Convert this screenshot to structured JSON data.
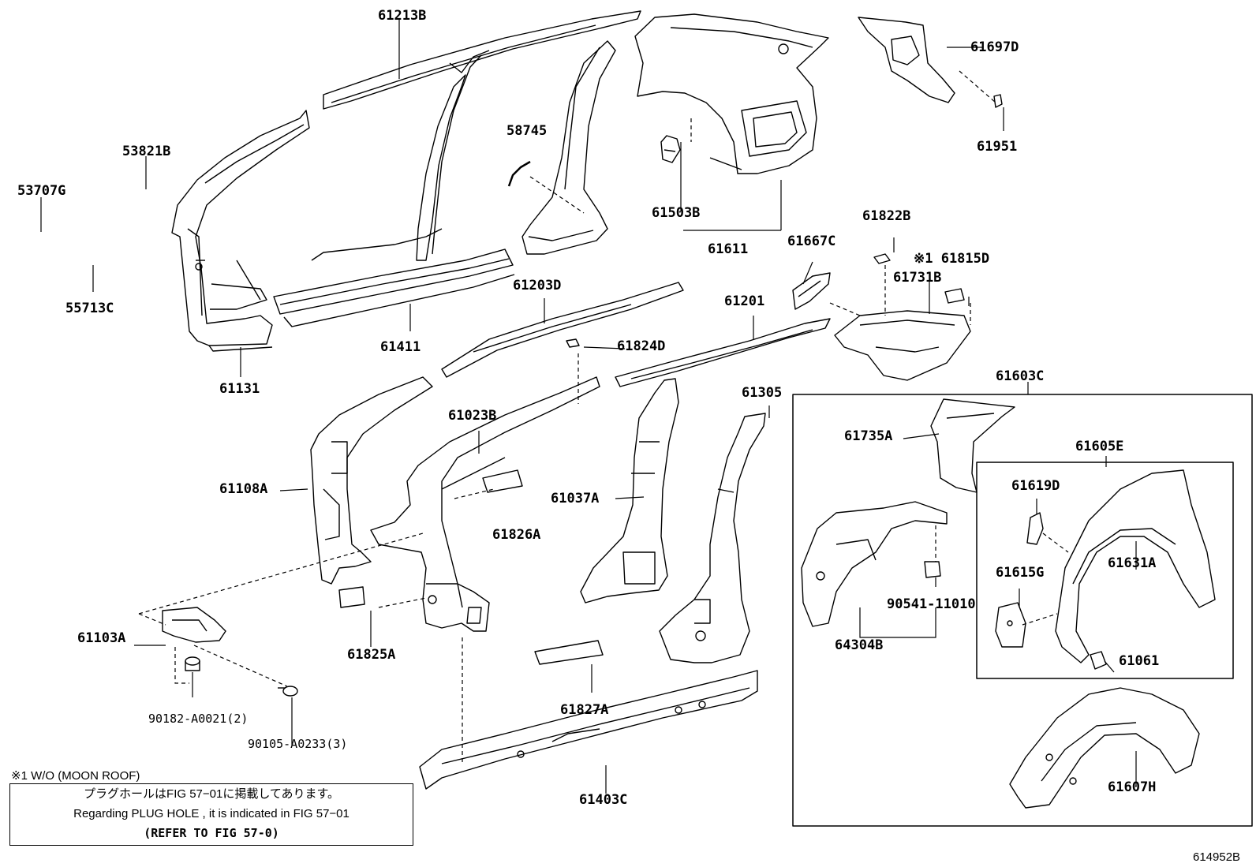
{
  "labels": {
    "p61213B": "61213B",
    "p53821B": "53821B",
    "p53707G": "53707G",
    "p55713C": "55713C",
    "p61131": "61131",
    "p61411": "61411",
    "p58745": "58745",
    "p61503B": "61503B",
    "p61611": "61611",
    "p61697D": "61697D",
    "p61951": "61951",
    "p61822B": "61822B",
    "p61667C": "61667C",
    "p61815D": "※1 61815D",
    "p61731B": "61731B",
    "p61203D": "61203D",
    "p61201": "61201",
    "p61824D": "61824D",
    "p61603C": "61603C",
    "p61023B": "61023B",
    "p61305": "61305",
    "p61108A": "61108A",
    "p61037A": "61037A",
    "p61826A": "61826A",
    "p61735A": "61735A",
    "p61605E": "61605E",
    "p61619D": "61619D",
    "p61631A": "61631A",
    "p61615G": "61615G",
    "p61061": "61061",
    "p90541": "90541-11010",
    "p64304B": "64304B",
    "p61103A": "61103A",
    "p61825A": "61825A",
    "p61827A": "61827A",
    "p90182": "90182-A0021(2)",
    "p90105": "90105-A0233(3)",
    "p61403C": "61403C",
    "p61607H": "61607H"
  },
  "footnote": "※1 W/O (MOON ROOF)",
  "notice": {
    "line_jp": "プラグホールはFIG 57−01に掲載してあります。",
    "line_en": "Regarding  PLUG  HOLE , it is indicated in FIG  57−01",
    "line_ref": "(REFER TO FIG 57-0)"
  },
  "diagram_id": "614952B"
}
